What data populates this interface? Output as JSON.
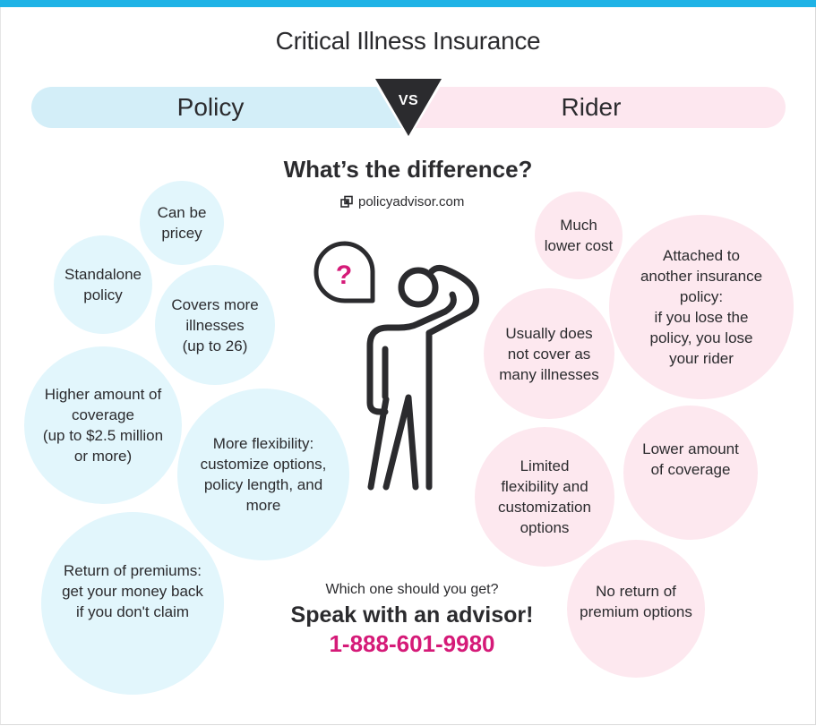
{
  "header": {
    "title": "Critical Illness Insurance",
    "accent_color": "#1fb3e6"
  },
  "comparison": {
    "left_label": "Policy",
    "right_label": "Rider",
    "vs_label": "VS",
    "left_color": "#d3eef8",
    "right_color": "#fde7ef"
  },
  "subtitle": "What’s the difference?",
  "brand": {
    "icon": "policyadvisor-logo-icon",
    "text": "policyadvisor.com"
  },
  "policy_points": [
    {
      "text": "Can be\npricey"
    },
    {
      "text": "Standalone\npolicy"
    },
    {
      "text": "Covers more\nillnesses\n(up to 26)"
    },
    {
      "text": "Higher amount of\ncoverage\n(up to $2.5 million\nor more)"
    },
    {
      "text": "More flexibility:\ncustomize options,\npolicy length, and\nmore"
    },
    {
      "text": "Return of premiums:\nget your money back\nif you don't claim"
    }
  ],
  "rider_points": [
    {
      "text": "Much\nlower cost"
    },
    {
      "text": "Attached to\nanother insurance\npolicy:\nif you lose the\npolicy, you lose\nyour rider"
    },
    {
      "text": "Usually does\nnot cover as\nmany illnesses"
    },
    {
      "text": "Limited\nflexibility and\ncustomization\noptions"
    },
    {
      "text": "Lower amount\nof coverage"
    },
    {
      "text": "No return of\npremium options"
    }
  ],
  "illustration": {
    "icon": "confused-person-icon",
    "bubble_glyph": "?",
    "bubble_glyph_color": "#d51a78"
  },
  "cta": {
    "question": "Which one should you get?",
    "headline": "Speak with an advisor!",
    "phone": "1-888-601-9980",
    "phone_color": "#d51a78"
  }
}
